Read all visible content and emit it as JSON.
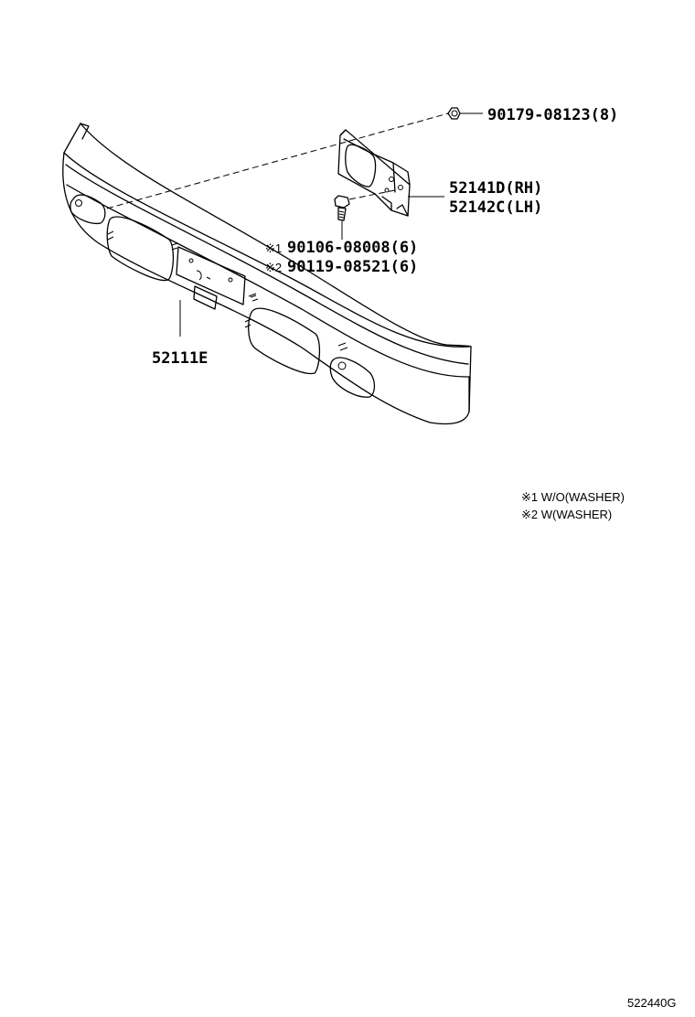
{
  "parts": {
    "nut": "90179-08123(8)",
    "bracket_rh": "52141D(RH)",
    "bracket_lh": "52142C(LH)",
    "bolt_1_mark": "※1",
    "bolt_1": "90106-08008(6)",
    "bolt_2_mark": "※2",
    "bolt_2": "90119-08521(6)",
    "bumper": "52111E"
  },
  "notes": {
    "note_1": "※1 W/O(WASHER)",
    "note_2": "※2 W(WASHER)"
  },
  "diagram_ref": "522440G"
}
